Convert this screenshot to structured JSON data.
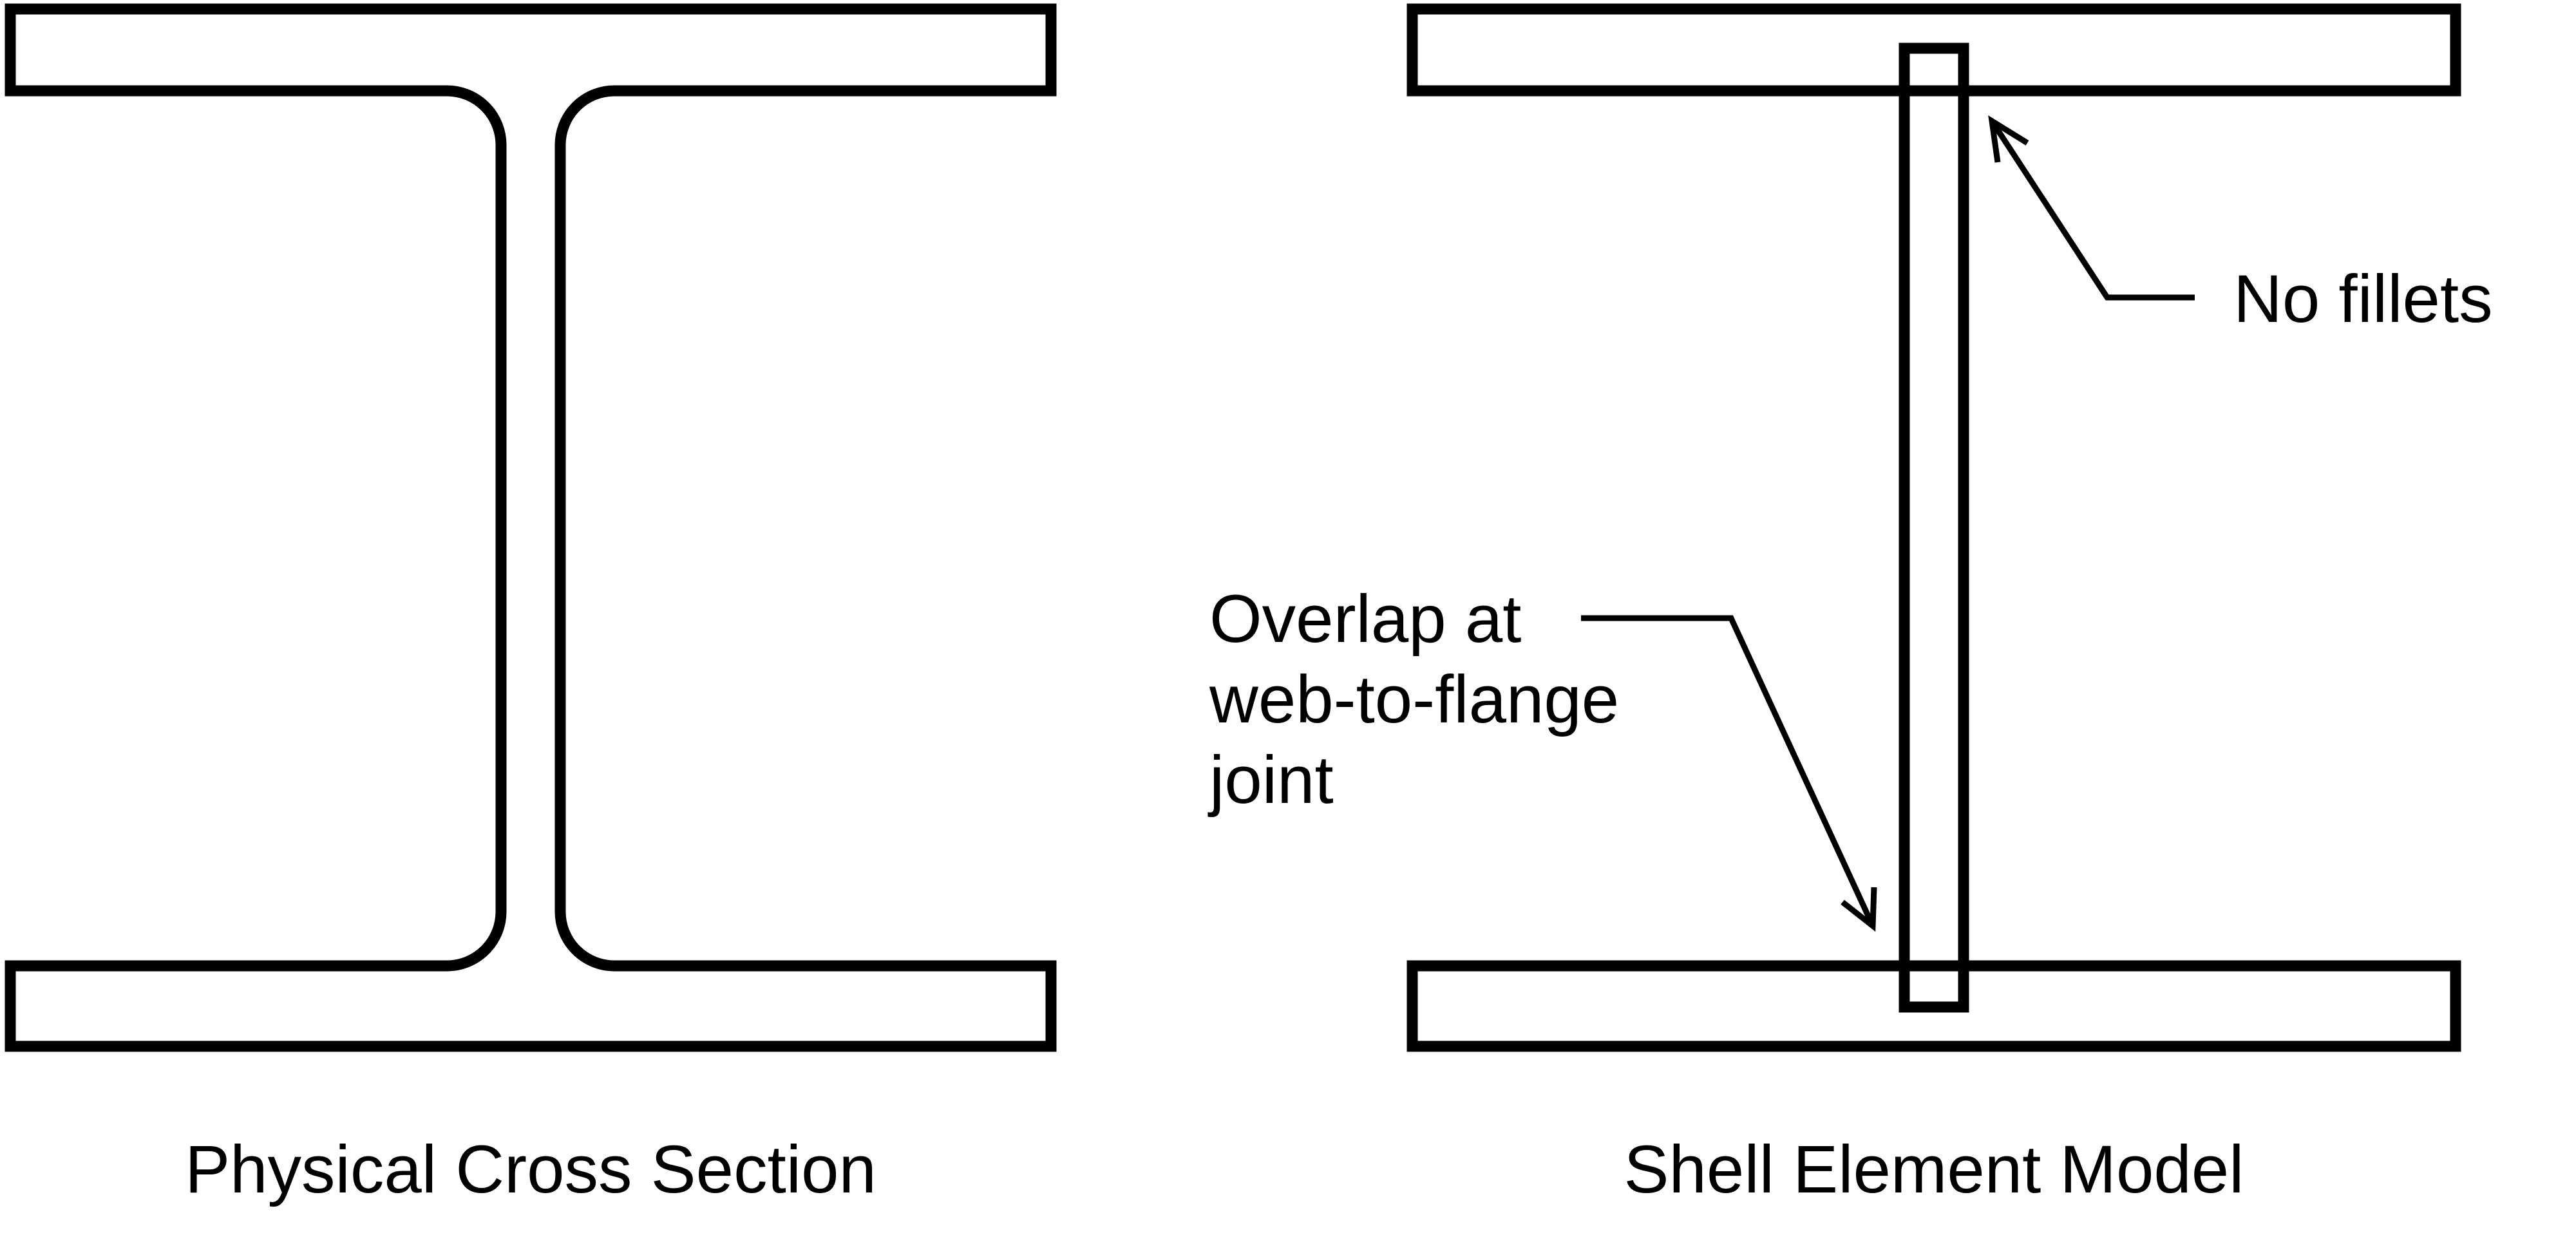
{
  "figure": {
    "background_color": "#FFFFFF",
    "line_color": "#000000",
    "left_panel": {
      "caption": "Physical Cross Section",
      "shape": "i-beam-with-fillets"
    },
    "right_panel": {
      "caption": "Shell Element Model",
      "shape": "i-beam-as-three-overlapping-plates",
      "annotations": {
        "no_fillets": {
          "label": "No fillets"
        },
        "overlap": {
          "lines": [
            "Overlap at",
            "web-to-flange",
            "joint"
          ]
        }
      }
    }
  }
}
